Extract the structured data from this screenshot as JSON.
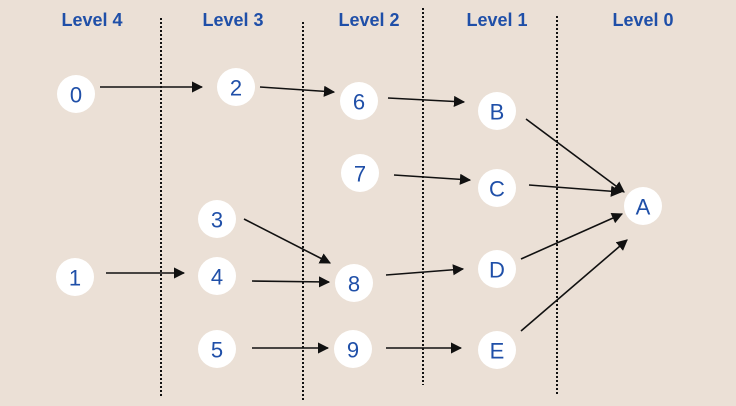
{
  "levels": [
    "Level 4",
    "Level 3",
    "Level 2",
    "Level 1",
    "Level 0"
  ],
  "nodes": [
    {
      "id": "0",
      "label": "0"
    },
    {
      "id": "1",
      "label": "1"
    },
    {
      "id": "2",
      "label": "2"
    },
    {
      "id": "3",
      "label": "3"
    },
    {
      "id": "4",
      "label": "4"
    },
    {
      "id": "5",
      "label": "5"
    },
    {
      "id": "6",
      "label": "6"
    },
    {
      "id": "7",
      "label": "7"
    },
    {
      "id": "8",
      "label": "8"
    },
    {
      "id": "9",
      "label": "9"
    },
    {
      "id": "B",
      "label": "B"
    },
    {
      "id": "C",
      "label": "C"
    },
    {
      "id": "D",
      "label": "D"
    },
    {
      "id": "E",
      "label": "E"
    },
    {
      "id": "A",
      "label": "A"
    }
  ],
  "edges": [
    [
      "0",
      "2"
    ],
    [
      "2",
      "6"
    ],
    [
      "6",
      "B"
    ],
    [
      "B",
      "A"
    ],
    [
      "7",
      "C"
    ],
    [
      "C",
      "A"
    ],
    [
      "3",
      "8"
    ],
    [
      "1",
      "4"
    ],
    [
      "4",
      "8"
    ],
    [
      "8",
      "D"
    ],
    [
      "D",
      "A"
    ],
    [
      "5",
      "9"
    ],
    [
      "9",
      "E"
    ],
    [
      "E",
      "A"
    ]
  ],
  "colors": {
    "background": "#ebe0d6",
    "accent": "#1f4fa8",
    "node_fill": "#ffffff",
    "line": "#111111"
  }
}
